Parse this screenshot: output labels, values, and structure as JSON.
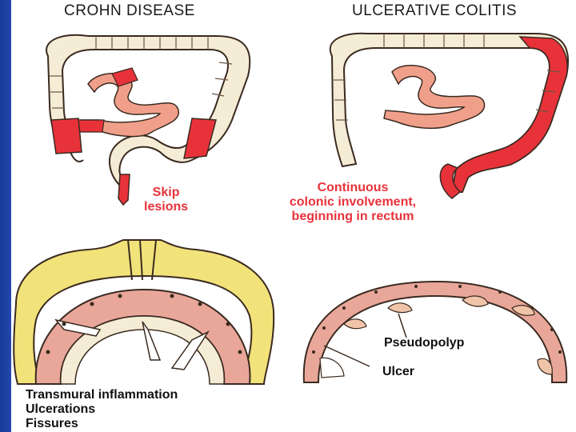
{
  "headings": {
    "left": "CROHN DISEASE",
    "right": "ULCERATIVE COLITIS"
  },
  "labels": {
    "skip_lesions_line1": "Skip",
    "skip_lesions_line2": "lesions",
    "continuous_line1": "Continuous",
    "continuous_line2": "colonic involvement,",
    "continuous_line3": "beginning in rectum",
    "pseudopolyp": "Pseudopolyp",
    "ulcer": "Ulcer",
    "transmural_line1": "Transmural inflammation",
    "transmural_line2": "Ulcerations",
    "transmural_line3": "Fissures"
  },
  "colors": {
    "lesion_red": "#e8323a",
    "colon_cream": "#f5ecd6",
    "small_bowel_pink": "#f0a08a",
    "fat_yellow": "#f2e27a",
    "wall_pink": "#e9a79a",
    "slide_blue": "#1f3f9e"
  }
}
